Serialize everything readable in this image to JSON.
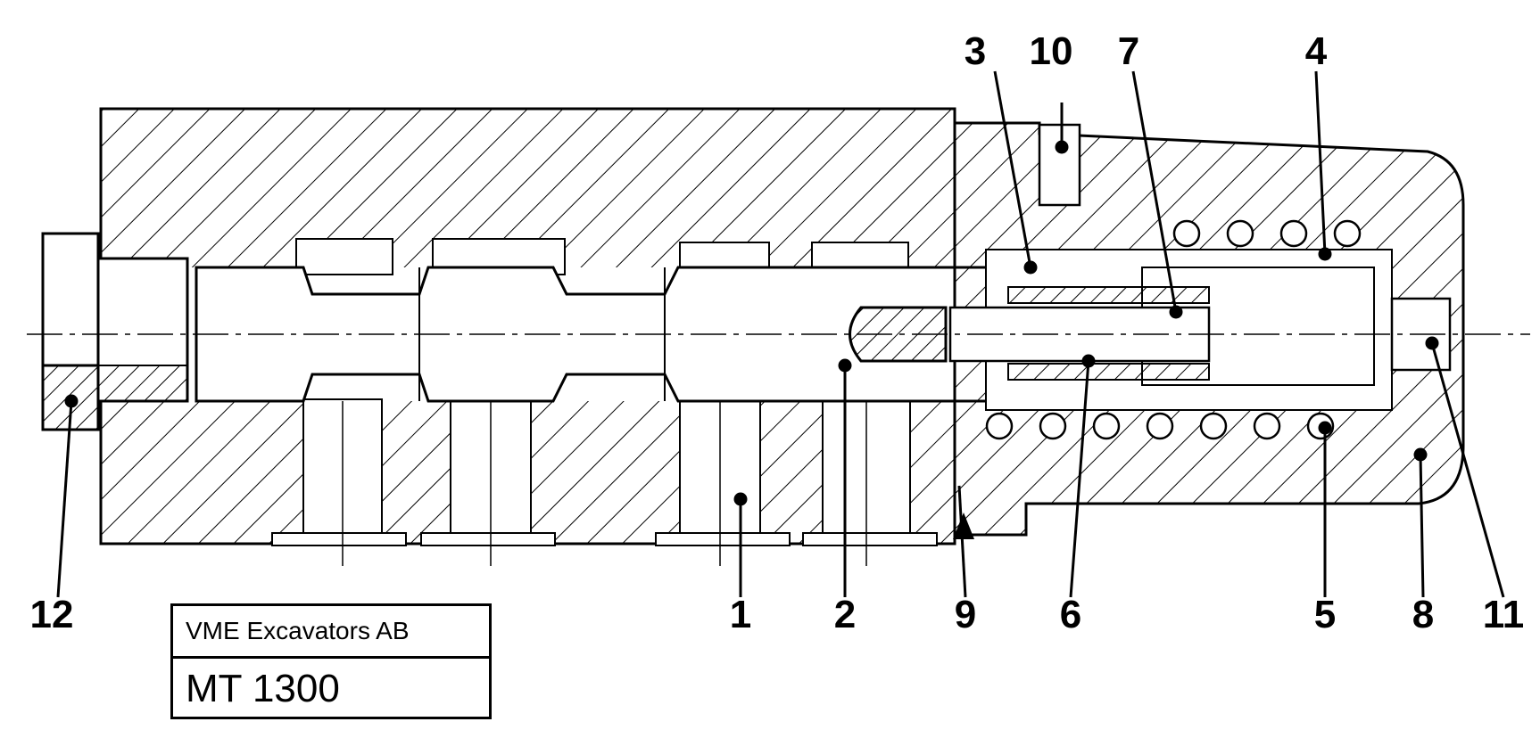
{
  "callouts": {
    "c1": "1",
    "c2": "2",
    "c3": "3",
    "c4": "4",
    "c5": "5",
    "c6": "6",
    "c7": "7",
    "c8": "8",
    "c9": "9",
    "c10": "10",
    "c11": "11",
    "c12": "12"
  },
  "title_block": {
    "company": "VME Excavators AB",
    "code": "MT 1300"
  },
  "colors": {
    "ink": "#000000",
    "paper": "#ffffff"
  }
}
